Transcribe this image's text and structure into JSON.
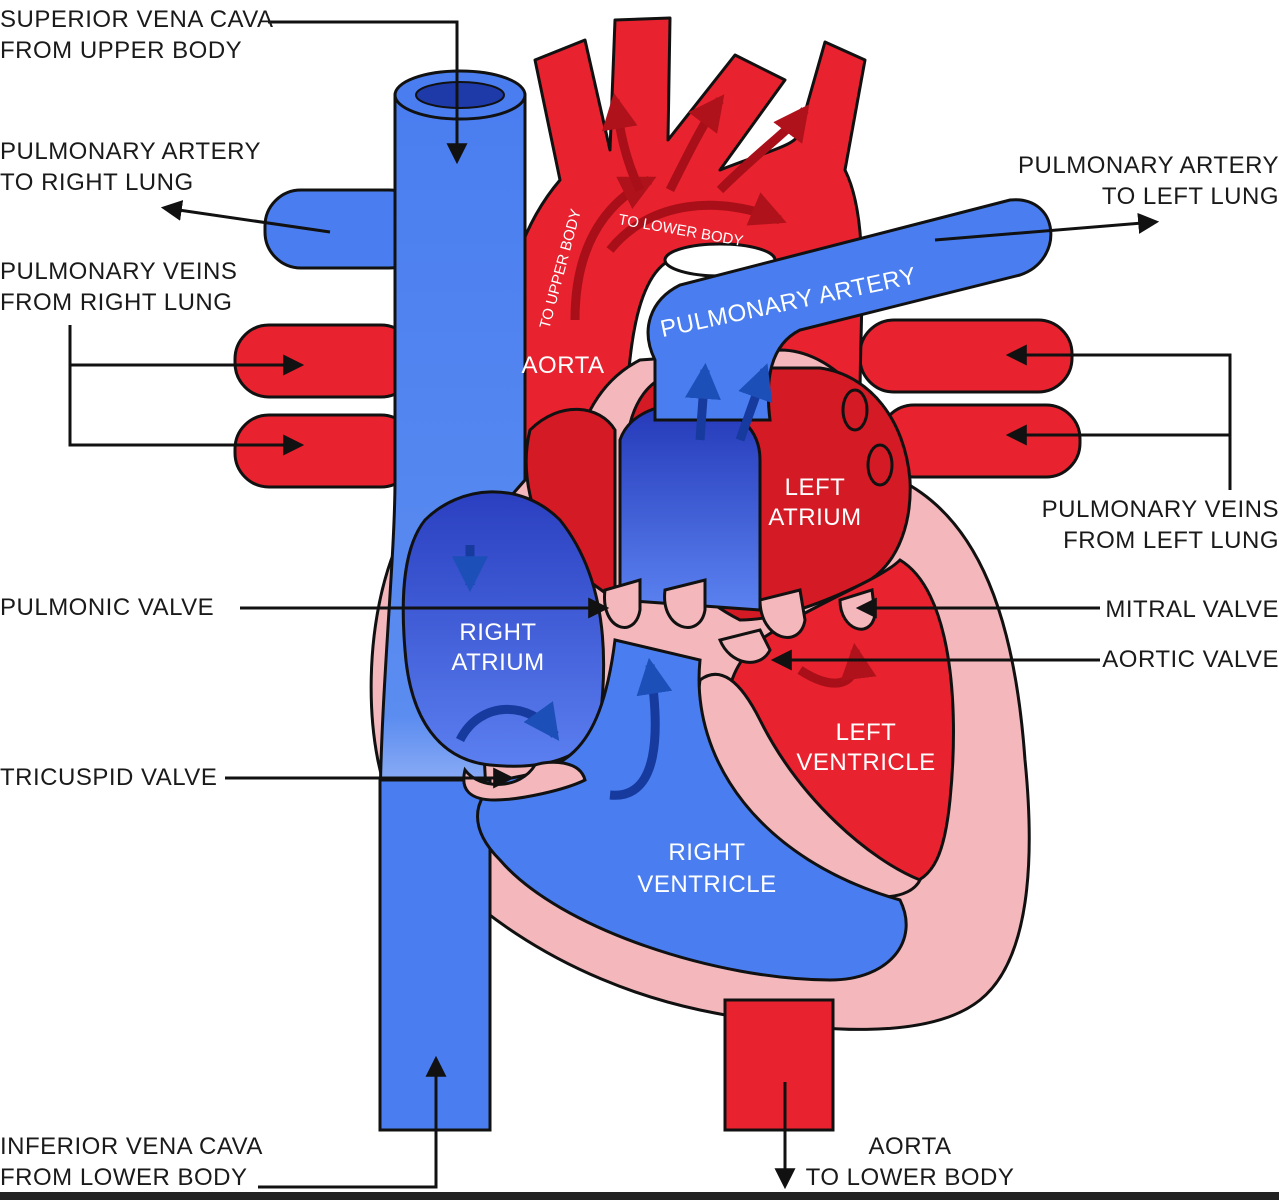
{
  "labels": {
    "svc": [
      "SUPERIOR VENA CAVA",
      "FROM UPPER BODY"
    ],
    "pa_right": [
      "PULMONARY ARTERY",
      "TO RIGHT LUNG"
    ],
    "pv_right": [
      "PULMONARY VEINS",
      "FROM RIGHT LUNG"
    ],
    "pa_left": [
      "PULMONARY ARTERY",
      "TO LEFT LUNG"
    ],
    "pv_left": [
      "PULMONARY VEINS",
      "FROM LEFT LUNG"
    ],
    "pulmonic_valve": "PULMONIC VALVE",
    "mitral_valve": "MITRAL VALVE",
    "aortic_valve": "AORTIC VALVE",
    "tricuspid_valve": "TRICUSPID VALVE",
    "ivc": [
      "INFERIOR VENA CAVA",
      "FROM LOWER BODY"
    ],
    "aorta_lower": [
      "AORTA",
      "TO LOWER BODY"
    ]
  },
  "inner_labels": {
    "aorta": "AORTA",
    "pulmonary_artery": "PULMONARY ARTERY",
    "left_atrium": [
      "LEFT",
      "ATRIUM"
    ],
    "right_atrium": [
      "RIGHT",
      "ATRIUM"
    ],
    "left_ventricle": [
      "LEFT",
      "VENTRICLE"
    ],
    "right_ventricle": [
      "RIGHT",
      "VENTRICLE"
    ],
    "to_upper_body": "TO UPPER BODY",
    "to_lower_body": "TO LOWER BODY"
  },
  "colors": {
    "oxygenated": "#e8222e",
    "deoxygenated": "#4a7ef0",
    "wall": "#f4b8bc",
    "outline": "#111111"
  }
}
